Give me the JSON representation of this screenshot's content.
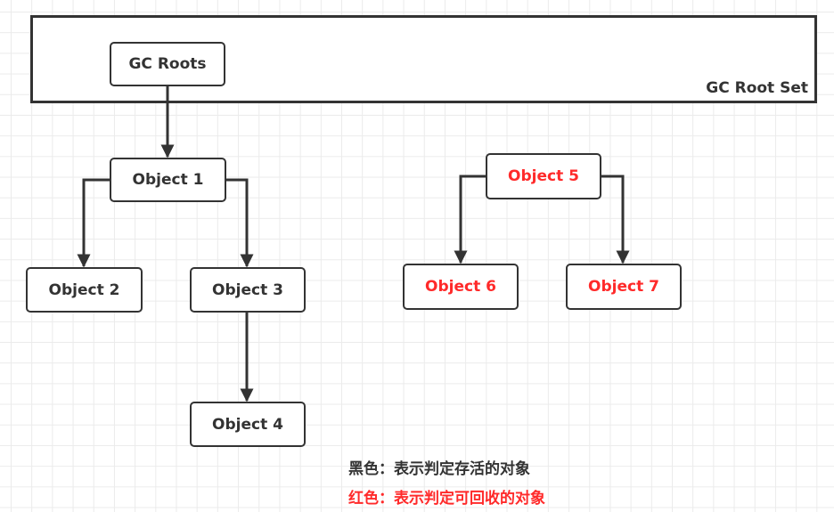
{
  "root_set": {
    "label": "GC Root Set"
  },
  "nodes": {
    "gc_roots": {
      "label": "GC Roots",
      "status": "root"
    },
    "object1": {
      "label": "Object 1",
      "status": "alive"
    },
    "object2": {
      "label": "Object 2",
      "status": "alive"
    },
    "object3": {
      "label": "Object 3",
      "status": "alive"
    },
    "object4": {
      "label": "Object 4",
      "status": "alive"
    },
    "object5": {
      "label": "Object 5",
      "status": "collectable"
    },
    "object6": {
      "label": "Object 6",
      "status": "collectable"
    },
    "object7": {
      "label": "Object 7",
      "status": "collectable"
    }
  },
  "edges": [
    {
      "from": "GC Roots",
      "to": "Object 1"
    },
    {
      "from": "Object 1",
      "to": "Object 2"
    },
    {
      "from": "Object 1",
      "to": "Object 3"
    },
    {
      "from": "Object 3",
      "to": "Object 4"
    },
    {
      "from": "Object 5",
      "to": "Object 6"
    },
    {
      "from": "Object 5",
      "to": "Object 7"
    }
  ],
  "legend": {
    "black": "黑色：表示判定存活的对象",
    "red": "红色：表示判定可回收的对象"
  },
  "colors": {
    "alive": "#333333",
    "collectable": "#ff2a2a",
    "grid": "#ebebeb"
  }
}
